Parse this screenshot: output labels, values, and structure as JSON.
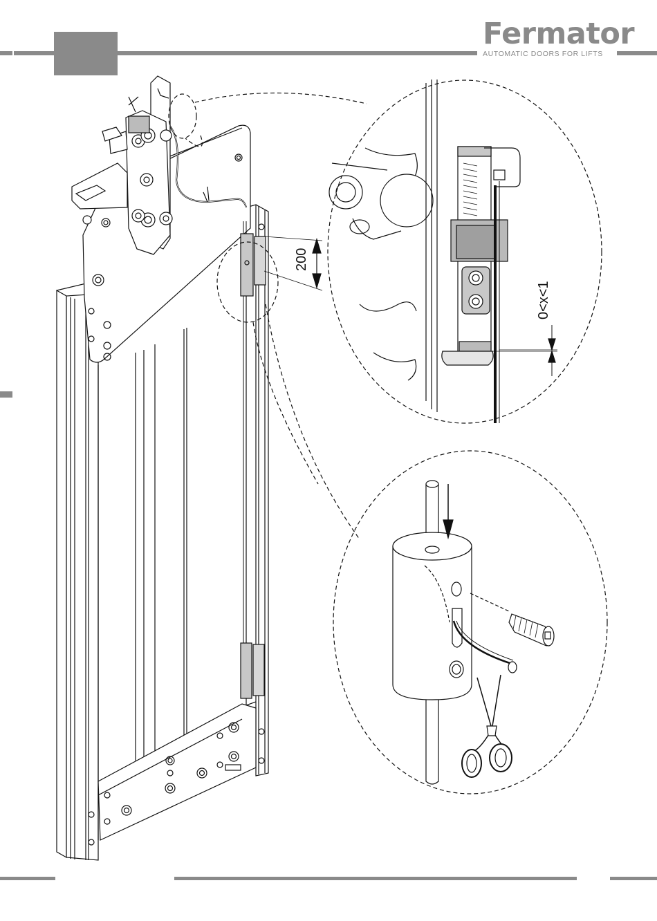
{
  "header": {
    "brand_name": "Fermator",
    "brand_tagline": "AUTOMATIC DOORS FOR LIFTS"
  },
  "dimensions": {
    "vertical_gap": "200",
    "clearance": "0<x<1"
  },
  "icons": [
    "scissors-icon",
    "arrow-down-icon"
  ],
  "colors": {
    "rule_gray": "#8a8a8a",
    "line_black": "#111111",
    "part_gray": "#c8c8c8"
  }
}
